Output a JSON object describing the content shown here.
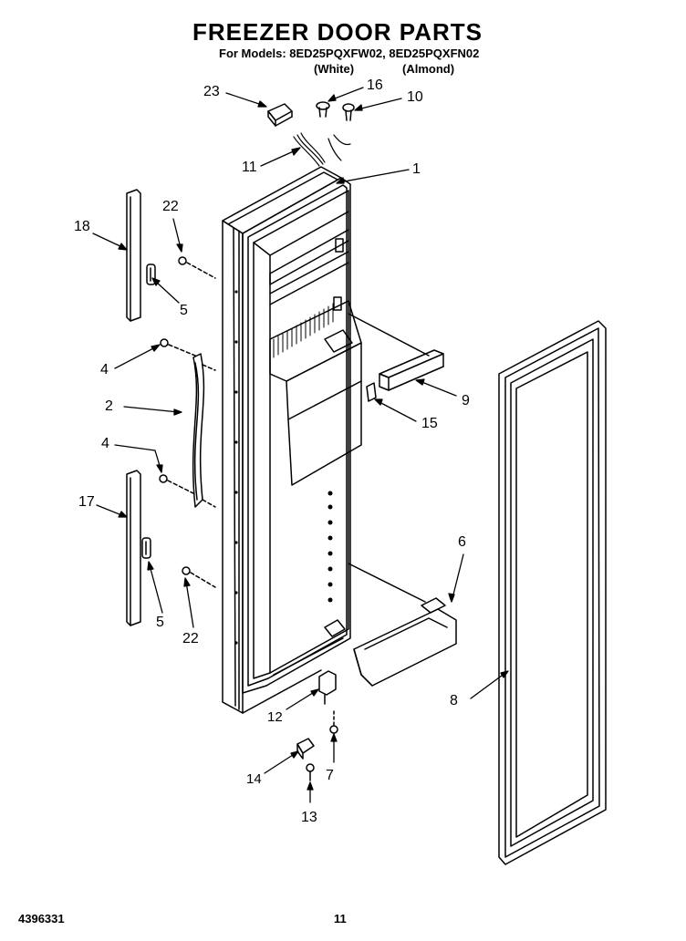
{
  "header": {
    "title": "FREEZER DOOR PARTS",
    "models_line": "For Models: 8ED25PQXFW02, 8ED25PQXFN02",
    "color_white": "(White)",
    "color_almond": "(Almond)"
  },
  "footer": {
    "doc_number": "4396331",
    "page_number": "11"
  },
  "callouts": {
    "c23": "23",
    "c16": "16",
    "c10": "10",
    "c11": "11",
    "c1": "1",
    "c22a": "22",
    "c18": "18",
    "c5a": "5",
    "c4a": "4",
    "c2": "2",
    "c9": "9",
    "c15": "15",
    "c4b": "4",
    "c17": "17",
    "c6": "6",
    "c5b": "5",
    "c22b": "22",
    "c8": "8",
    "c12": "12",
    "c14": "14",
    "c7": "7",
    "c13": "13"
  }
}
